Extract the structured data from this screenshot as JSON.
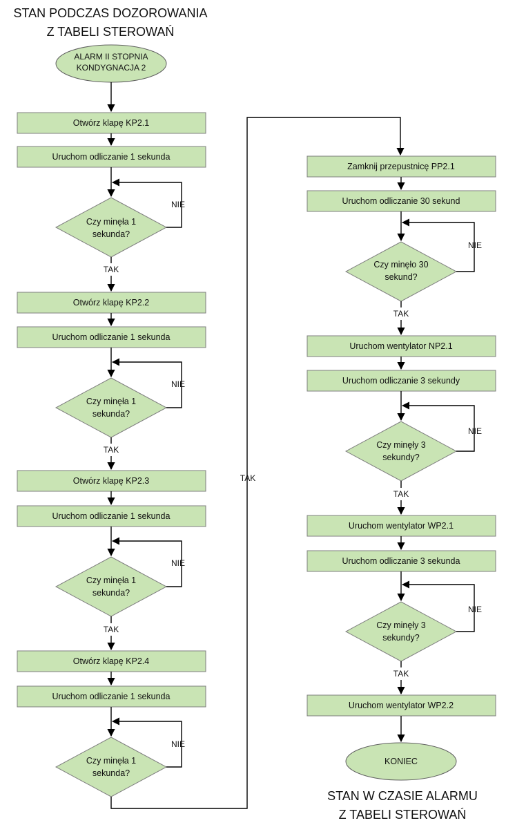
{
  "title_top": [
    "STAN PODCZAS DOZOROWANIA",
    "Z TABELI STEROWAŃ"
  ],
  "title_bottom": [
    "STAN W CZASIE ALARMU",
    "Z TABELI STEROWAŃ"
  ],
  "start": [
    "ALARM II STOPNIA",
    "KONDYGNACJA 2"
  ],
  "end": "KONIEC",
  "left_steps": [
    {
      "open": "Otwórz klapę KP2.1",
      "count": "Uruchom odliczanie 1 sekunda",
      "question": [
        "Czy minęła 1",
        "sekunda?"
      ]
    },
    {
      "open": "Otwórz klapę KP2.2",
      "count": "Uruchom odliczanie 1 sekunda",
      "question": [
        "Czy minęła 1",
        "sekunda?"
      ]
    },
    {
      "open": "Otwórz klapę KP2.3",
      "count": "Uruchom odliczanie 1 sekunda",
      "question": [
        "Czy minęła 1",
        "sekunda?"
      ]
    },
    {
      "open": "Otwórz klapę KP2.4",
      "count": "Uruchom odliczanie 1 sekunda",
      "question": [
        "Czy minęła 1",
        "sekunda?"
      ]
    }
  ],
  "right_steps": [
    {
      "action": "Zamknij przepustnicę PP2.1",
      "count": "Uruchom odliczanie 30 sekund",
      "question": [
        "Czy minęło 30",
        "sekund?"
      ]
    },
    {
      "action": "Uruchom wentylator NP2.1",
      "count": "Uruchom odliczanie 3 sekundy",
      "question": [
        "Czy minęły 3",
        "sekundy?"
      ]
    },
    {
      "action": "Uruchom wentylator WP2.1",
      "count": "Uruchom odliczanie 3 sekunda",
      "question": [
        "Czy minęły 3",
        "sekundy?"
      ]
    }
  ],
  "final_action": "Uruchom wentylator WP2.2",
  "label_no": "NIE",
  "label_yes": "TAK"
}
